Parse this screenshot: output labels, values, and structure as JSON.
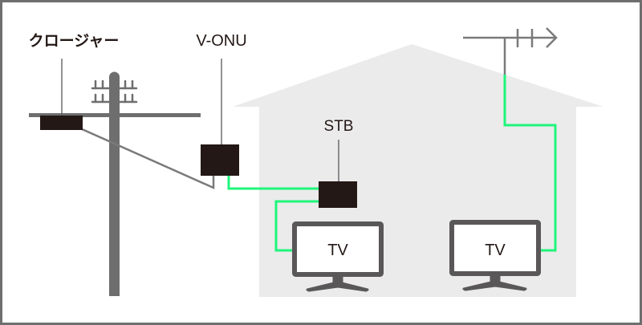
{
  "diagram": {
    "title": "Fiber TV wiring diagram",
    "labels": {
      "closure": "クロージャー",
      "v_onu": "V-ONU",
      "stb": "STB",
      "tv1": "TV",
      "tv2": "TV"
    },
    "components": [
      {
        "id": "utility-pole",
        "type": "pole"
      },
      {
        "id": "closure",
        "type": "device",
        "label_key": "closure"
      },
      {
        "id": "v-onu",
        "type": "device",
        "label_key": "v_onu"
      },
      {
        "id": "stb",
        "type": "device",
        "label_key": "stb"
      },
      {
        "id": "tv-1",
        "type": "tv",
        "label_key": "tv1"
      },
      {
        "id": "tv-2",
        "type": "tv",
        "label_key": "tv2"
      },
      {
        "id": "antenna",
        "type": "antenna"
      },
      {
        "id": "house",
        "type": "building"
      }
    ],
    "connections": [
      {
        "from": "closure",
        "to": "v-onu",
        "kind": "drop-cable"
      },
      {
        "from": "v-onu",
        "to": "stb",
        "kind": "coax"
      },
      {
        "from": "stb",
        "to": "tv-1",
        "kind": "coax"
      },
      {
        "from": "antenna",
        "to": "tv-2",
        "kind": "coax"
      }
    ],
    "colors": {
      "border": "#6e6e6e",
      "device": "#231815",
      "pole": "#6e6e6e",
      "house": "#ebebeb",
      "cable_gray": "#7a7a7a",
      "cable_green": "#1ff57a",
      "tv_frame": "#595757",
      "text": "#231815"
    }
  }
}
